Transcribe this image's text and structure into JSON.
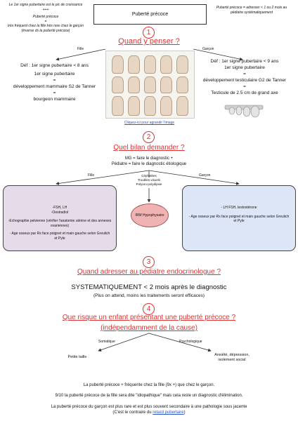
{
  "title": "Puberté précoce",
  "top_left": {
    "line1": "Le 1er signe pubertaire est le pic de croissance +++",
    "line2": "Puberté précoce",
    "eq": "=",
    "line3": "très fréquent chez la fille très rare chez le garçon (inverse ds la puberté précoce)"
  },
  "top_right": "Puberté précoce = adresser < 1 ou 2 mois au pédiatre systématiquement",
  "section1": {
    "number": "1",
    "title": "Quand y penser ?",
    "girl_label": "Fille",
    "boy_label": "Garçon",
    "girl_def_1": "Déf : 1er signe pubertaire < 8 ans",
    "girl_def_2": "1er signe pubertaire",
    "girl_eq_1": "=",
    "girl_def_3": "développement mammaire S2 de Tanner",
    "girl_eq_2": "=",
    "girl_def_4": "bourgeon mammaire",
    "boy_def_1": "Déf : 1er signe pubertaire < 9 ans",
    "boy_def_2": "1er signe pubertaire",
    "boy_eq_1": "=",
    "boy_def_3": "développement testiculaire G2 de Tanner",
    "boy_eq_2": "=",
    "boy_def_4": "Testicule de 2.5 cm de grand axe",
    "image_link": "Cliquez-ici pour agrandir l'image"
  },
  "section2": {
    "number": "2",
    "title": "Quel bilan demander ?",
    "line1": "MG = faire le diagnostic +",
    "line2": "Pédiatre = faire le diagnostic étiologique",
    "girl_label": "Fille",
    "boy_label": "Garçon",
    "middle_line1": "Céphalées",
    "middle_line2": "Troubles visuels",
    "middle_line3": "Polyuro-polydipsie",
    "irm": "IRM Hypophysaire",
    "left_box": {
      "p1": "-FSH, LH",
      "p1b": "-Oestradiol",
      "p2": "-Echographie pelvienne (vérifier l'anatomie utérine et des annexes ovariennes)",
      "p3": "- Age osseux par Rx face poignet et main gauche selon Greulich et Pyle"
    },
    "right_box": {
      "p1": "- LH FSH, testostérone",
      "p2": "- Age osseux par Rx face poignet et main gauche selon Greulich et Pyle"
    }
  },
  "section3": {
    "number": "3",
    "title": "Quand adresser au pédiatre endocrinologue ?",
    "big": "SYSTEMATIQUEMENT < 2 mois après le diagnostic",
    "sub": "(Plus on attend, moins les traitements seront efficaces)"
  },
  "section4": {
    "number": "4",
    "title": "Que risque un enfant présentant une puberté précoce ?",
    "title2": "(indépendamment de la cause)",
    "left_label": "Somatique",
    "right_label": "Psychologique",
    "left_result": "Petite taille",
    "right_result": "Anxiété, dépression, isolement social"
  },
  "footer": {
    "p1": "La puberté précoce + fréquente chez la fille (9x +) que chez le garçon.",
    "p2": "9/10 la puberté précoce de la fille sera dite \"idiopathique\" mais cela reste un diagnostic d'élimination.",
    "p3a": "La puberté précoce du garçon est plus rare et est plus souvent secondaire à une pathologie sous jacente",
    "p3b": "(C'est le contraire du",
    "p3_link": "retard pubertaire",
    "p3c": ")"
  },
  "colors": {
    "accent_red": "#d33",
    "link_blue": "#2a55c9",
    "girl_box": "#e6dbe8",
    "boy_box": "#dde6f6",
    "irm_fill": "#efb3b3"
  }
}
